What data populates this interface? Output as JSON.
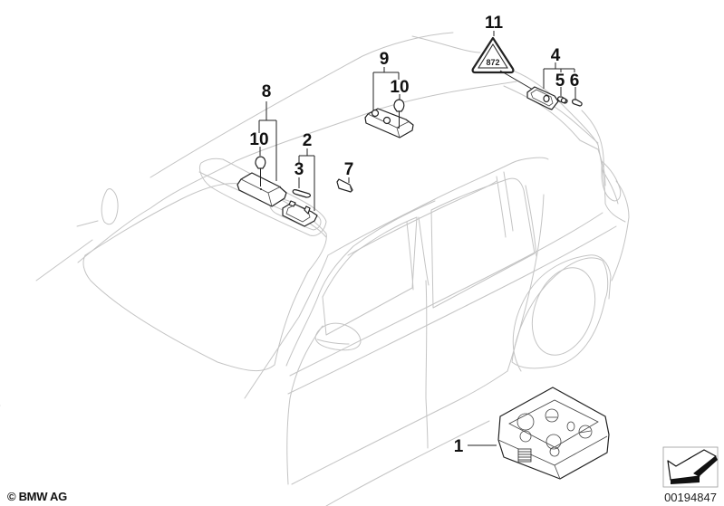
{
  "diagram": {
    "title": "Interior lighting parts",
    "callouts": [
      {
        "id": "1",
        "label": "1"
      },
      {
        "id": "2",
        "label": "2"
      },
      {
        "id": "3",
        "label": "3"
      },
      {
        "id": "4",
        "label": "4"
      },
      {
        "id": "5",
        "label": "5"
      },
      {
        "id": "6",
        "label": "6"
      },
      {
        "id": "7",
        "label": "7"
      },
      {
        "id": "8",
        "label": "8"
      },
      {
        "id": "9",
        "label": "9"
      },
      {
        "id": "10a",
        "label": "10"
      },
      {
        "id": "10b",
        "label": "10"
      },
      {
        "id": "11",
        "label": "11"
      }
    ],
    "warning_symbol_text": "872",
    "copyright": "© BMW AG",
    "document_number": "00194847",
    "colors": {
      "car_outline": "#c4c4c4",
      "parts": "#222222",
      "labels": "#111111"
    }
  }
}
